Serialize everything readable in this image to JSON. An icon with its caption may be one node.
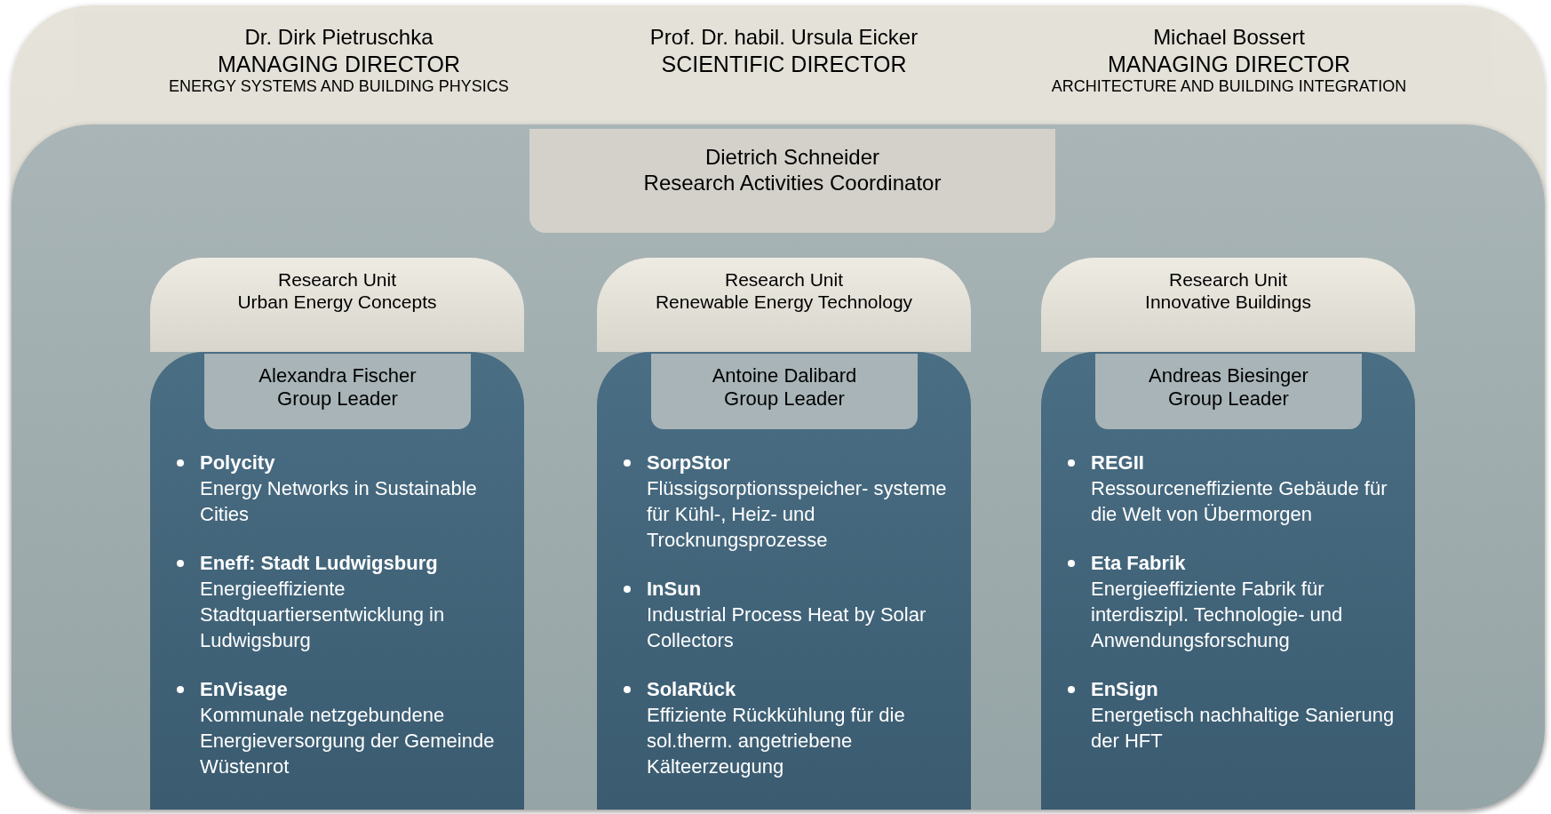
{
  "diagram": {
    "nodes": [
      {
        "text": [],
        "shape": "box"
      },
      {
        "text": [
          "Dr. Dirk Pietruschka",
          "MANAGING DIRECTOR",
          "ENERGY SYSTEMS AND BUILDING PHYSICS"
        ],
        "in": 0
      },
      {
        "text": [
          "Prof. Dr. habil. Ursula Eicker",
          "SCIENTIFIC DIRECTOR"
        ],
        "in": 0
      },
      {
        "text": [
          "Michael Bossert",
          "MANAGING DIRECTOR",
          "ARCHITECTURE AND BUILDING INTEGRATION"
        ],
        "in": 0
      },
      {
        "text": [],
        "shape": "box",
        "in": 0
      },
      {
        "text": [
          "Dietrich Schneider",
          "Research Activities Coordinator"
        ],
        "in": 4
      },
      {
        "text": [
          "Research Unit",
          "Urban Energy Concepts"
        ],
        "in": 4
      },
      {
        "text": [
          "**Polycity** Energy Networks in Sustainable Cities",
          "**Eneff: Stadt Ludwigsburg** Energieeffiziente Stadtquartiersentwicklung in Ludwigsburg",
          "**EnVisage** Kommunale netzgebundene Energieversorgung der Gemeinde Wüstenrot"
        ],
        "in": 4
      },
      {
        "text": [
          "Alexandra Fischer",
          "Group Leader"
        ],
        "in": 7
      },
      {
        "text": [
          "Research Unit",
          "Renewable Energy Technology"
        ],
        "in": 4
      },
      {
        "text": [
          "**SorpStor** Flüssigsorptionsspeicher- systeme für Kühl-, Heiz- und Trocknungsprozesse",
          "**InSun** Industrial Process Heat by Solar Collectors",
          "**SolaRück** Effiziente Rückkühlung für die sol.therm. angetriebene Kälteerzeugung"
        ],
        "in": 4
      },
      {
        "text": [
          "Antoine Dalibard",
          "Group Leader"
        ],
        "in": 10
      },
      {
        "text": [
          "Research Unit",
          "Innovative Buildings"
        ],
        "in": 4
      },
      {
        "text": [
          "**REGII** Ressourceneffiziente Gebäude für die Welt von Übermorgen",
          "**Eta Fabrik** Energieeffiziente Fabrik für interdiszipl. Technologie- und Anwendungsforschung",
          "**EnSign** Energetisch nachhaltige Sanierung der HFT"
        ],
        "in": 4
      },
      {
        "text": [
          "Andreas Biesinger",
          "Group Leader"
        ],
        "in": 13
      }
    ],
    "edges": []
  }
}
